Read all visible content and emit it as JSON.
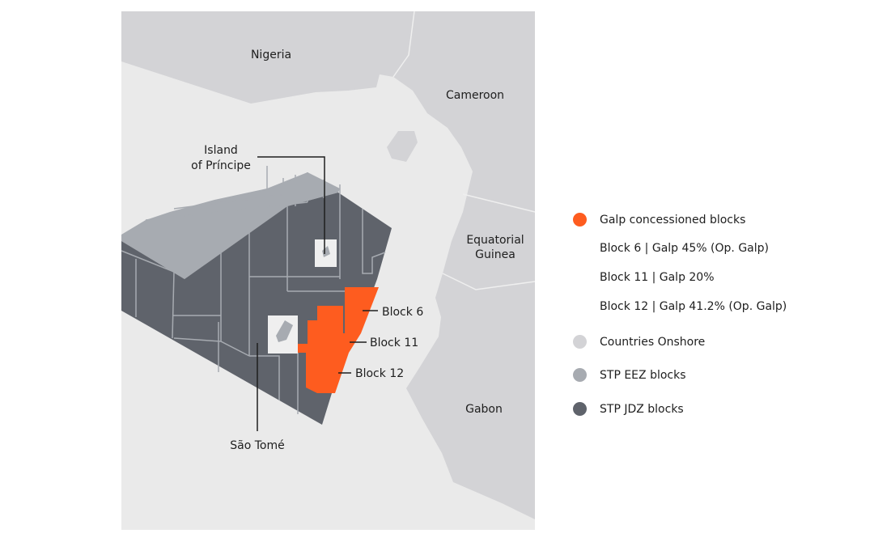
{
  "colors": {
    "sea": "#eaeaea",
    "onshore": "#d3d3d6",
    "eez": "#a7abb1",
    "jdz": "#5f636b",
    "galp": "#fe5c1f",
    "island": "#efefef",
    "line": "#1e1e1e"
  },
  "map": {
    "countries": {
      "nigeria": "Nigeria",
      "cameroon": "Cameroon",
      "equatorial_guinea_line1": "Equatorial",
      "equatorial_guinea_line2": "Guinea",
      "gabon": "Gabon"
    },
    "islands": {
      "principe_line1": "Island",
      "principe_line2": "of Príncipe",
      "sao_tome": "São Tomé"
    },
    "blocks": {
      "block6": "Block 6",
      "block11": "Block 11",
      "block12": "Block 12"
    }
  },
  "legend": {
    "galp": {
      "label": "Galp concessioned blocks",
      "icon": "orange-circle-icon"
    },
    "details": [
      "Block 6 | Galp 45% (Op. Galp)",
      "Block 11 | Galp 20%",
      "Block 12 | Galp 41.2% (Op. Galp)"
    ],
    "onshore": {
      "label": "Countries Onshore",
      "icon": "light-gray-circle-icon"
    },
    "eez": {
      "label": "STP EEZ blocks",
      "icon": "gray-circle-icon"
    },
    "jdz": {
      "label": "STP JDZ blocks",
      "icon": "dark-gray-circle-icon"
    }
  }
}
